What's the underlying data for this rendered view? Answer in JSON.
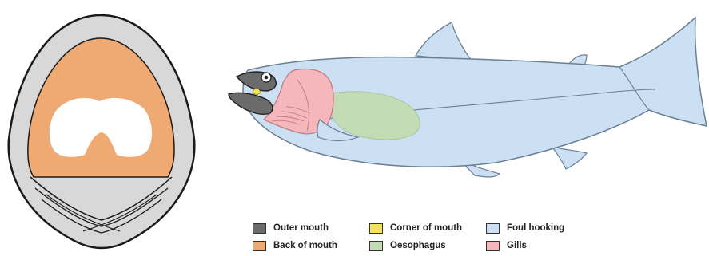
{
  "legend": [
    {
      "label": "Outer mouth",
      "color": "#6b6b6b"
    },
    {
      "label": "Corner of mouth",
      "color": "#f7e35a"
    },
    {
      "label": "Foul hooking",
      "color": "#cce0f4"
    },
    {
      "label": "Back of mouth",
      "color": "#eeaa72"
    },
    {
      "label": "Oesophagus",
      "color": "#c3dcb5"
    },
    {
      "label": "Gills",
      "color": "#f5b7bb"
    }
  ],
  "colors": {
    "outline": "#1a1a1a",
    "mouth_rim": "#d8d8d8",
    "fish_body": "#cce0f4"
  }
}
